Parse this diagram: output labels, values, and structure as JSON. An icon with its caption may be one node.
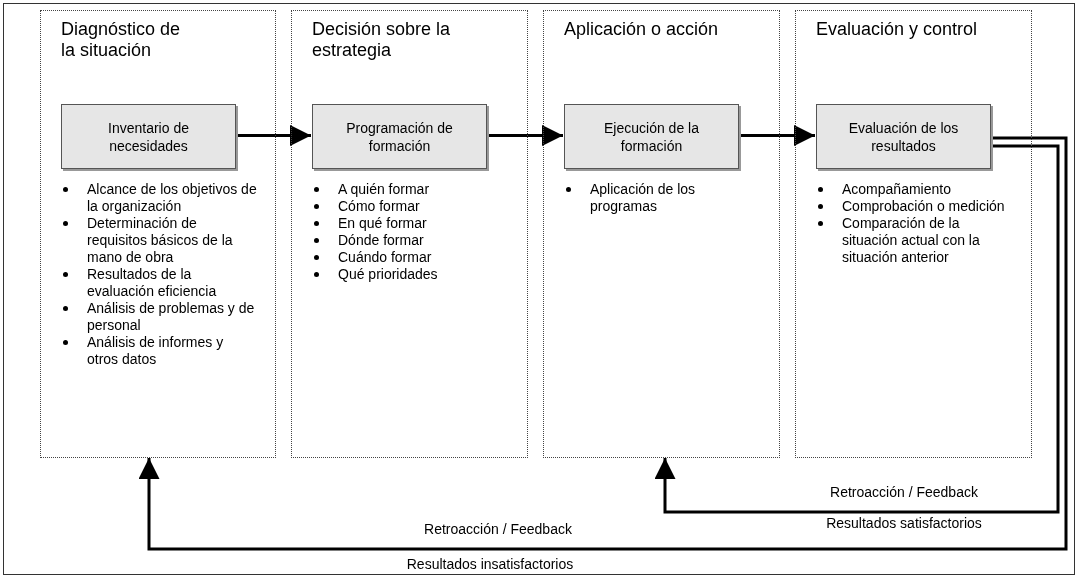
{
  "diagram": {
    "nodes": [
      {
        "text": [
          "Diagnóstico de la situación",
          "Alcance de los objetivos de la organización",
          "Determinación de requisitos básicos de la mano de obra",
          "Resultados de la evaluación eficiencia",
          "Análisis de problemas y de personal",
          "Análisis de informes y otros datos"
        ]
      },
      {
        "text": [
          "Inventario de necesidades"
        ],
        "in": 0
      },
      {
        "text": [
          "Decisión sobre la estrategia",
          "A quién formar",
          "Cómo formar",
          "En qué formar",
          "Dónde formar",
          "Cuándo formar",
          "Qué prioridades"
        ]
      },
      {
        "text": [
          "Programación de formación"
        ],
        "in": 2
      },
      {
        "text": [
          "Aplicación o acción",
          "Aplicación de los programas"
        ]
      },
      {
        "text": [
          "Ejecución de la formación"
        ],
        "in": 4
      },
      {
        "text": [
          "Evaluación y control",
          "Acompañamiento",
          "Comprobación o medición",
          "Comparación de la situación actual con la situación anterior"
        ]
      },
      {
        "text": [
          "Evaluación de los resultados"
        ],
        "in": 6
      }
    ],
    "edges": [
      {
        "from": 1,
        "to": 3,
        "arrow": "to"
      },
      {
        "from": 3,
        "to": 5,
        "arrow": "to"
      },
      {
        "from": 5,
        "to": 7,
        "arrow": "to"
      },
      {
        "from": 7,
        "to": 4,
        "arrow": "to",
        "label": "Retroacción / Feedback"
      },
      {
        "from": 7,
        "to": 0,
        "arrow": "to",
        "label": "Retroacción / Feedback"
      }
    ],
    "labels": [
      "Resultados satisfactorios",
      "Resultados insatisfactorios"
    ]
  }
}
